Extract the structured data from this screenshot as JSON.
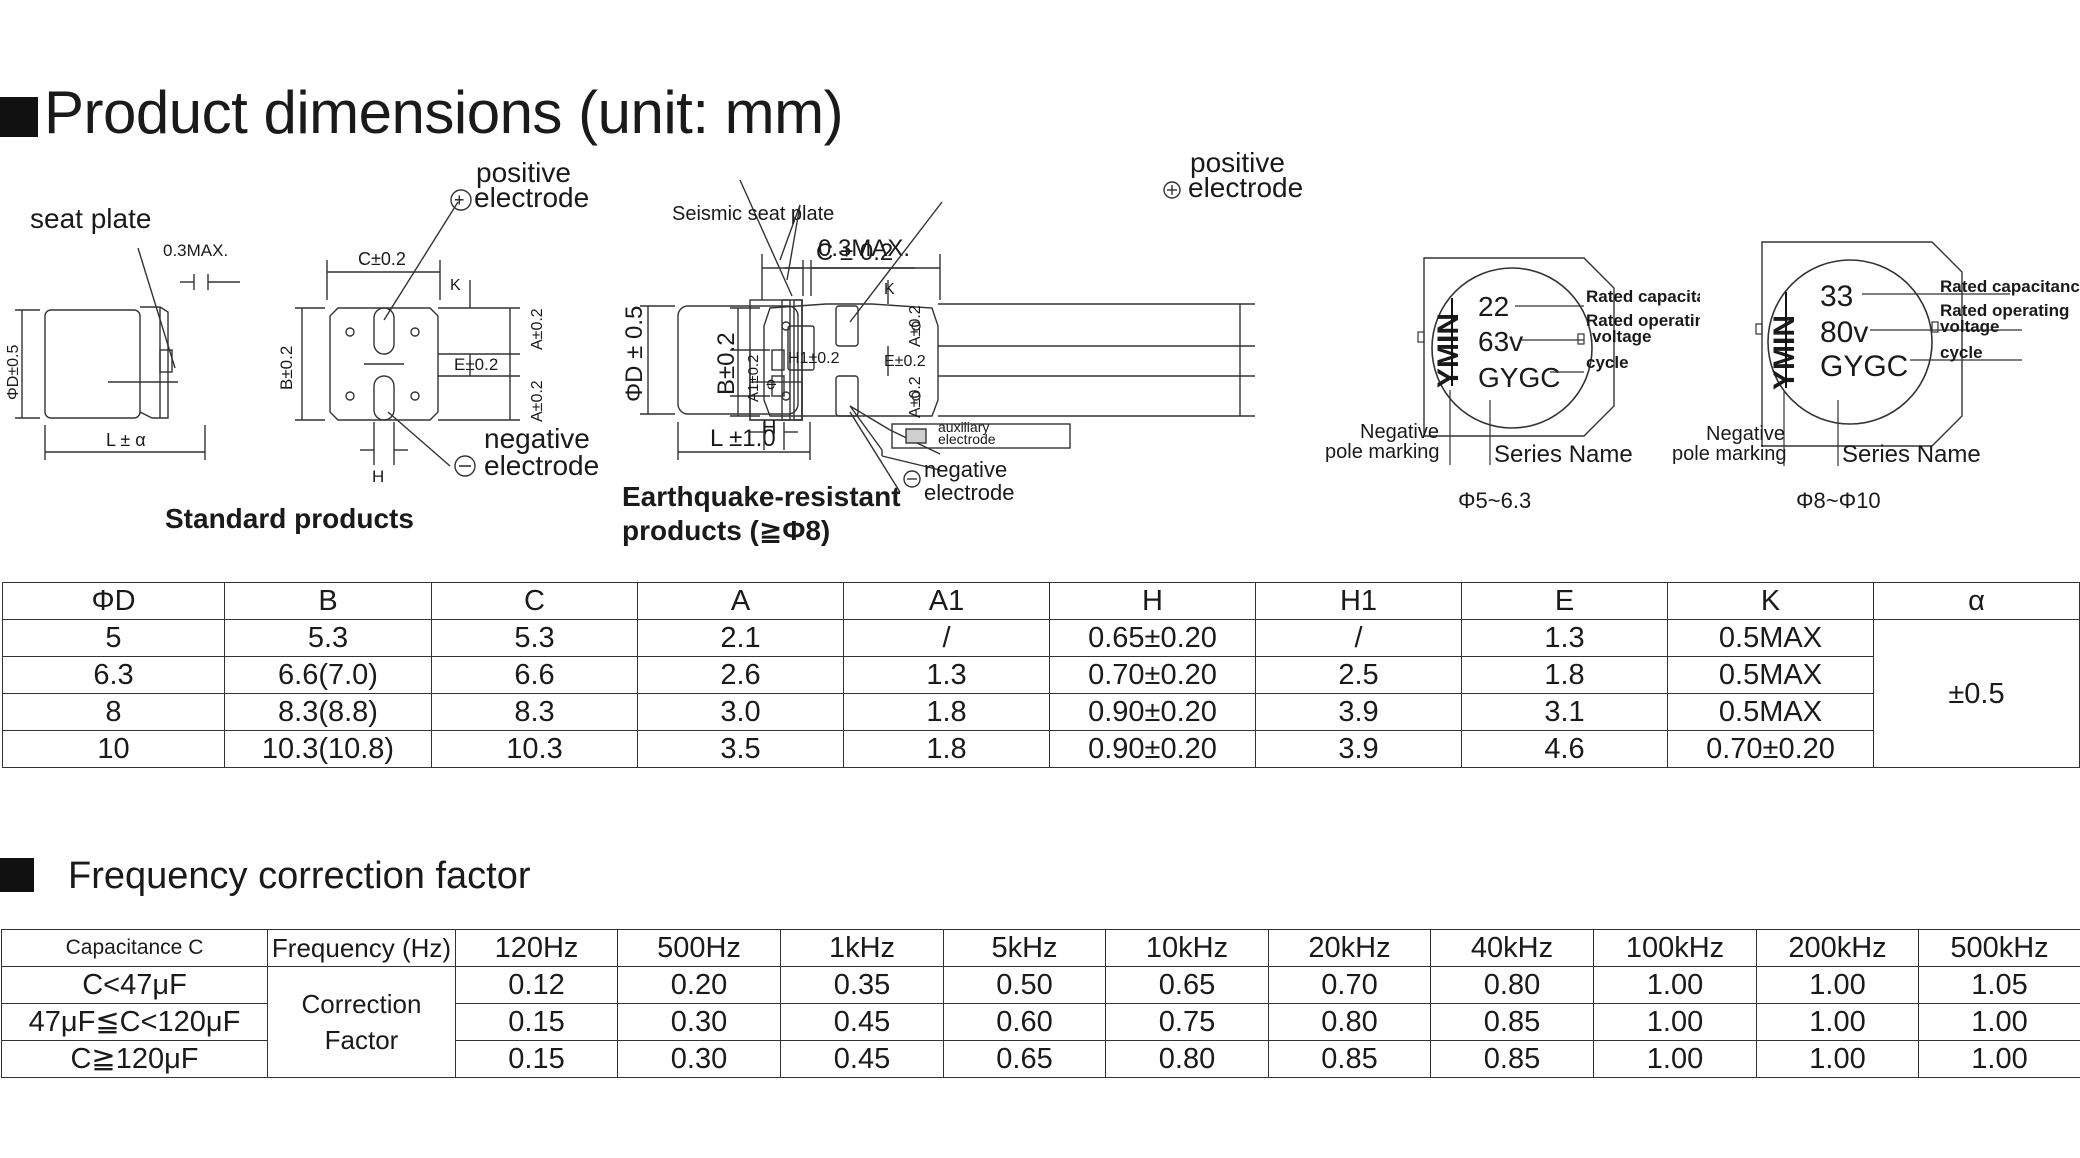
{
  "section1": {
    "title": "Product dimensions (unit: mm)"
  },
  "std": {
    "seat_plate": "seat plate",
    "max": "0.3MAX.",
    "pos1": "positive",
    "pos2": "electrode",
    "neg1": "negative",
    "neg2": "electrode",
    "phi_d": "ΦD±0.5",
    "l": "L ± α",
    "c": "C±0.2",
    "b": "B±0.2",
    "k": "K",
    "a_top": "A±0.2",
    "e": "E±0.2",
    "a_bot": "A±0.2",
    "h": "H",
    "caption": "Standard products"
  },
  "eq": {
    "seismic": "Seismic seat plate",
    "max": "0.3MAX.",
    "phi_d": "ΦD ± 0.5",
    "l": "L ±1.0",
    "c": "C ± 0.2",
    "pos1": "positive",
    "pos2": "electrode",
    "k": "K",
    "a_top": "A±0.2",
    "h1": "H1±0.2",
    "e": "E±0.2",
    "a_bot": "A±0.2",
    "b": "B±0.2",
    "a1": "A1±0.2",
    "phi": "Φ",
    "h": "H",
    "aux1": "auxiliary",
    "aux2": "electrode",
    "neg1": "negative",
    "neg2": "electrode",
    "caption1": "Earthquake-resistant",
    "caption2": "products (≧Φ8)"
  },
  "marking_small": {
    "cap": "22",
    "volt": "63v",
    "series": "GYGC",
    "logo": "YMIN",
    "rated_cap": "Rated capacitance",
    "rated_volt1": "Rated operating",
    "rated_volt2": "voltage",
    "cycle": "cycle",
    "neg1": "Negative",
    "neg2": "pole marking",
    "series_name": "Series Name",
    "caption": "Φ5~6.3"
  },
  "marking_large": {
    "cap": "33",
    "volt": "80v",
    "series": "GYGC",
    "logo": "YMIN",
    "rated_cap": "Rated capacitance",
    "rated_volt1": "Rated operating",
    "rated_volt2": "voltage",
    "cycle": "cycle",
    "neg1": "Negative",
    "neg2": "pole marking",
    "series_name": "Series Name",
    "caption": "Φ8~Φ10"
  },
  "dim_table": {
    "headers": [
      "ΦD",
      "B",
      "C",
      "A",
      "A1",
      "H",
      "H1",
      "E",
      "K",
      "α"
    ],
    "rows": [
      [
        "5",
        "5.3",
        "5.3",
        "2.1",
        "/",
        "0.65±0.20",
        "/",
        "1.3",
        "0.5MAX"
      ],
      [
        "6.3",
        "6.6(7.0)",
        "6.6",
        "2.6",
        "1.3",
        "0.70±0.20",
        "2.5",
        "1.8",
        "0.5MAX"
      ],
      [
        "8",
        "8.3(8.8)",
        "8.3",
        "3.0",
        "1.8",
        "0.90±0.20",
        "3.9",
        "3.1",
        "0.5MAX"
      ],
      [
        "10",
        "10.3(10.8)",
        "10.3",
        "3.5",
        "1.8",
        "0.90±0.20",
        "3.9",
        "4.6",
        "0.70±0.20"
      ]
    ],
    "alpha": "±0.5"
  },
  "section2": {
    "title": "Frequency correction factor"
  },
  "freq_table": {
    "cap_header": "Capacitance C",
    "freq_header": "Frequency (Hz)",
    "factor_label": "Correction Factor",
    "freqs": [
      "120Hz",
      "500Hz",
      "1kHz",
      "5kHz",
      "10kHz",
      "20kHz",
      "40kHz",
      "100kHz",
      "200kHz",
      "500kHz"
    ],
    "rows": [
      {
        "cap": "C<47μF",
        "values": [
          "0.12",
          "0.20",
          "0.35",
          "0.50",
          "0.65",
          "0.70",
          "0.80",
          "1.00",
          "1.00",
          "1.05"
        ]
      },
      {
        "cap": "47μF≦C<120μF",
        "values": [
          "0.15",
          "0.30",
          "0.45",
          "0.60",
          "0.75",
          "0.80",
          "0.85",
          "1.00",
          "1.00",
          "1.00"
        ]
      },
      {
        "cap": "C≧120μF",
        "values": [
          "0.15",
          "0.30",
          "0.45",
          "0.65",
          "0.80",
          "0.85",
          "0.85",
          "1.00",
          "1.00",
          "1.00"
        ]
      }
    ]
  }
}
